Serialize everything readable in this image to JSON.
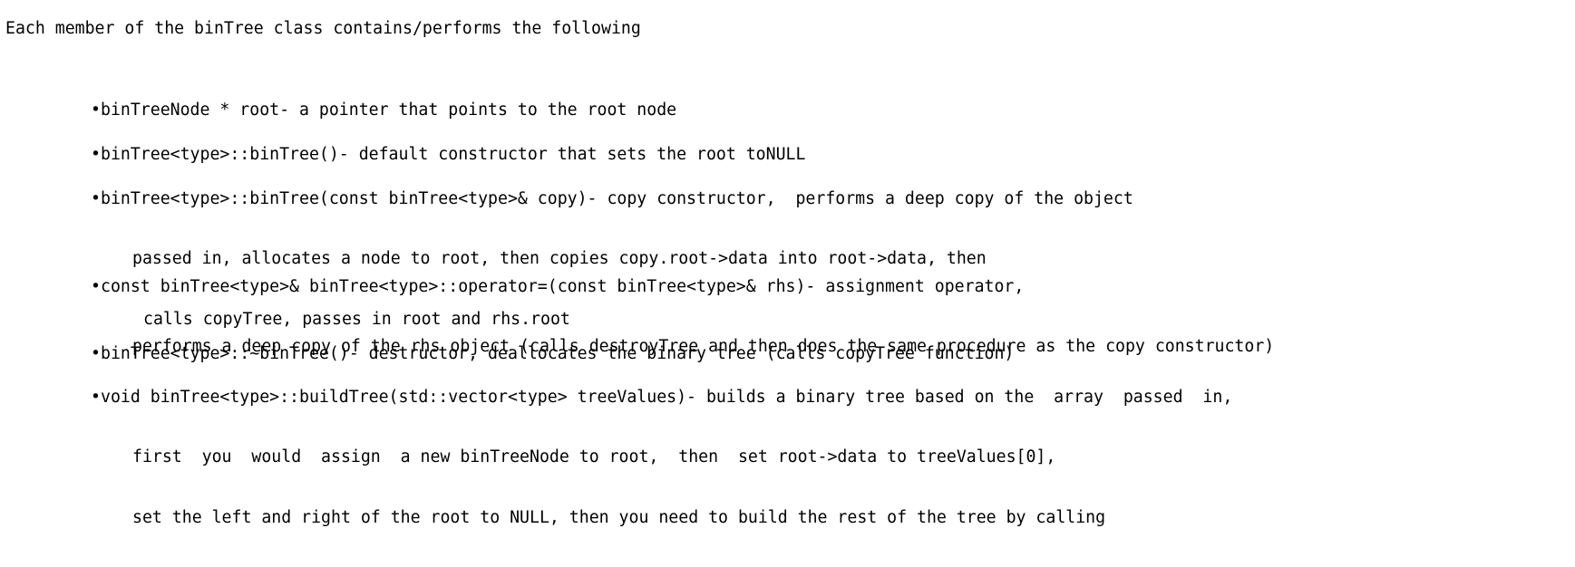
{
  "intro": "Each member of the binTree class contains/performs the following",
  "bullet_glyph": "•",
  "items": [
    {
      "lines": [
        "binTreeNode * root- a pointer that points to the root node"
      ]
    },
    {
      "lines": [
        "binTree<type>::binTree()- default constructor that sets the root toNULL"
      ]
    },
    {
      "lines": [
        "binTree<type>::binTree(const binTree<type>& copy)- copy constructor,  performs a deep copy of the object",
        "passed in, allocates a node to root, then copies copy.root->data into root->data, then",
        "calls copyTree, passes in root and rhs.root"
      ]
    },
    {
      "lines": [
        "const binTree<type>& binTree<type>::operator=(const binTree<type>& rhs)- assignment operator,",
        "performs a deep copy of the rhs object (calls destroyTree and then does the same procedure as the copy constructor)"
      ]
    },
    {
      "lines": [
        "binTree<type>::~binTree()- destructor, deallocates the binary tree (calls copyTree function)"
      ]
    },
    {
      "lines": [
        "void binTree<type>::buildTree(std::vector<type> treeValues)- builds a binary tree based on the  array  passed  in,",
        "first  you  would  assign  a new binTreeNode to root,  then  set root->data to treeValues[0],",
        "set the left and right of the root to NULL, then you need to build the rest of the tree by calling"
      ]
    }
  ]
}
